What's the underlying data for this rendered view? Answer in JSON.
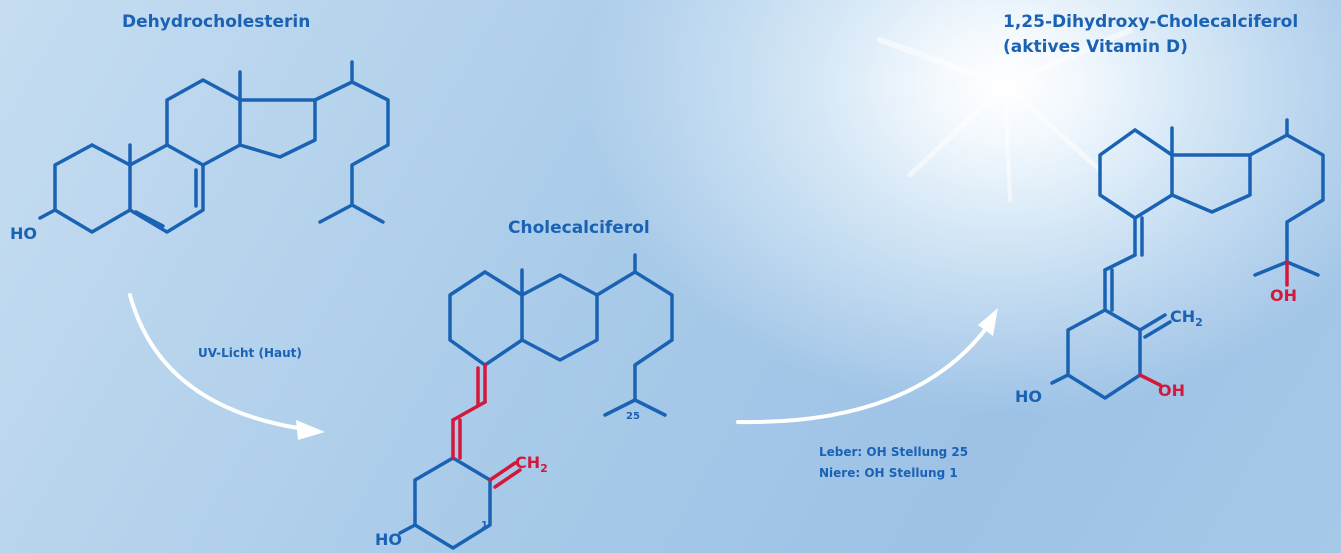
{
  "labels": {
    "dehydrocholesterin": "Dehydrocholesterin",
    "cholecalciferol": "Cholecalciferol",
    "active_title_line1": "1,25-Dihydroxy-Cholecalciferol",
    "active_title_line2": "(aktives Vitamin D)",
    "uv_light": "UV-Licht (Haut)",
    "liver": "Leber: OH Stellung 25",
    "kidney": "Niere: OH Stellung 1"
  },
  "atoms": {
    "ho": "HO",
    "oh": "OH",
    "ch": "CH",
    "sub2": "2",
    "pos25": "25",
    "pos1": "1"
  },
  "colors": {
    "bond": "#1a62b3",
    "highlight": "#d3183c",
    "arrow": "#ffffff"
  }
}
